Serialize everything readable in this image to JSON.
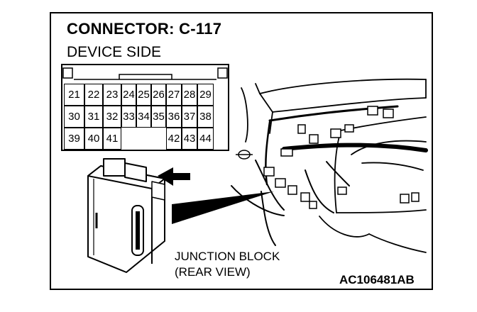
{
  "title": "CONNECTOR: C-117",
  "subtitle": "DEVICE SIDE",
  "connector": {
    "rows": [
      [
        "21",
        "22",
        "23",
        "24",
        "25",
        "26",
        "27",
        "28",
        "29"
      ],
      [
        "30",
        "31",
        "32",
        "33",
        "34",
        "35",
        "36",
        "37",
        "38"
      ],
      [
        "39",
        "40",
        "41",
        "",
        "",
        "",
        "42",
        "43",
        "44"
      ]
    ]
  },
  "junction_label_line1": "JUNCTION BLOCK",
  "junction_label_line2": "(REAR VIEW)",
  "figure_code": "AC106481AB"
}
